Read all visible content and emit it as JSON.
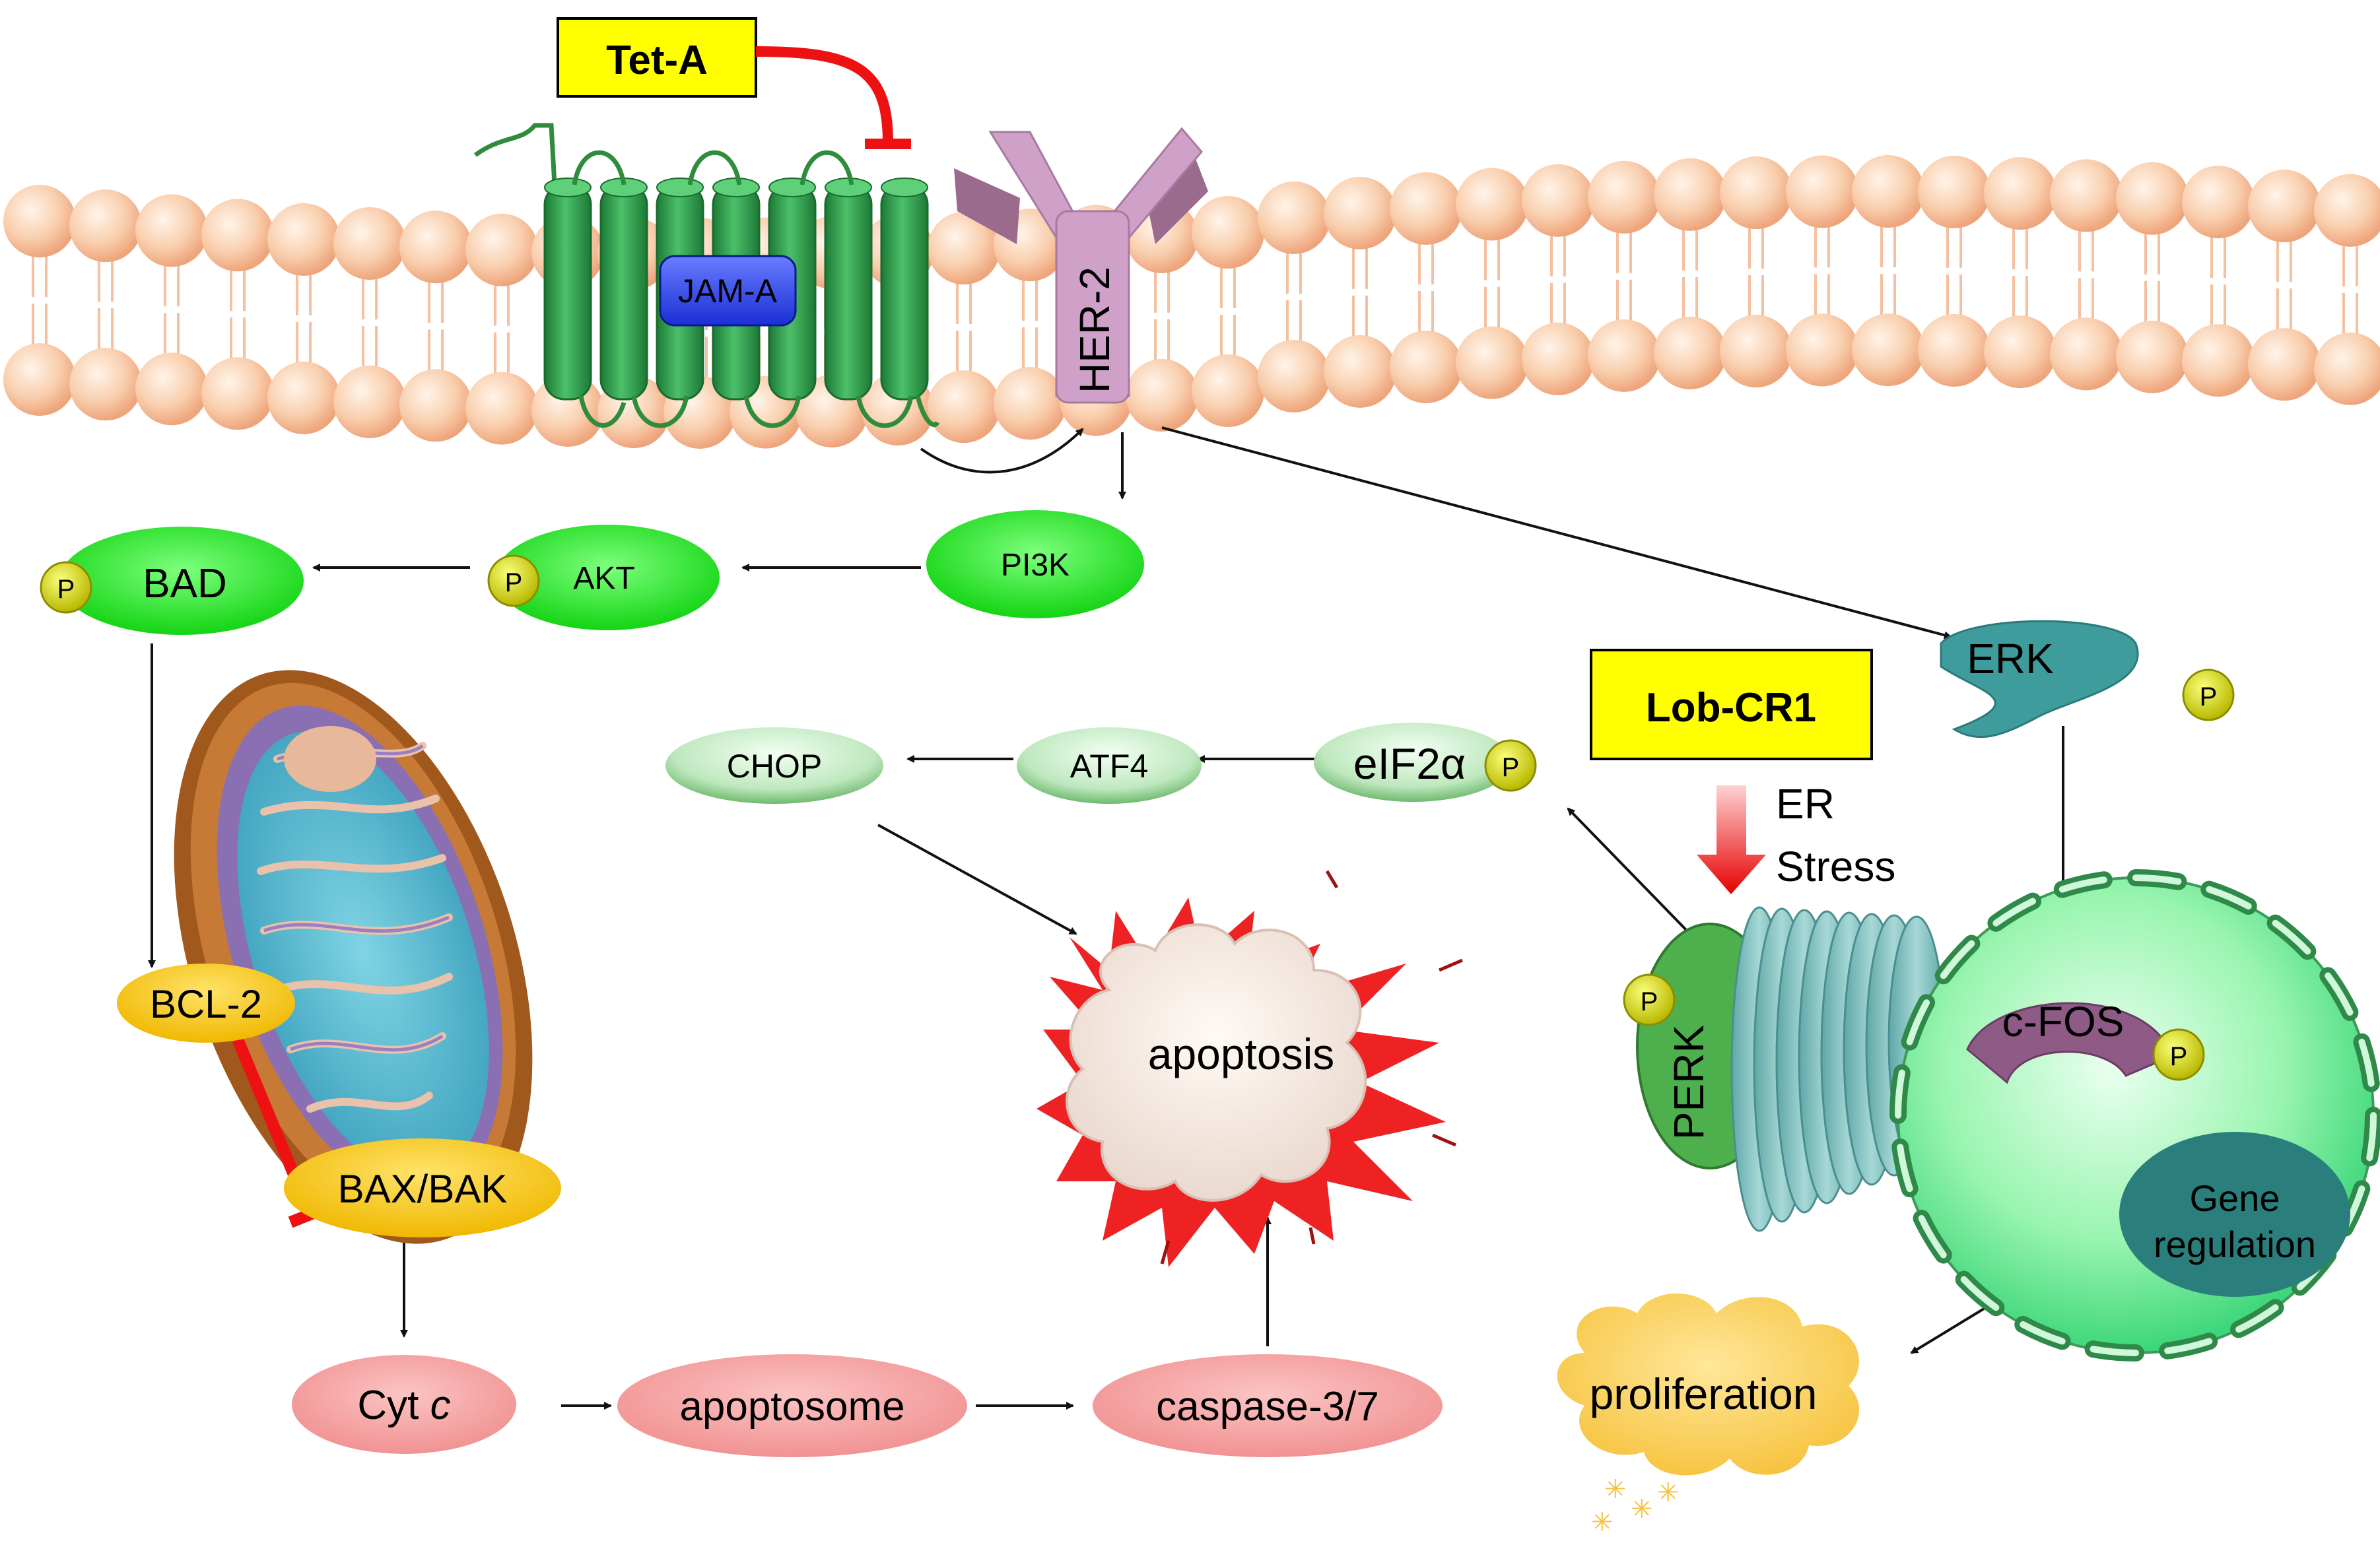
{
  "drugs": {
    "tet_a": "Tet-A",
    "lob_cr1": "Lob-CR1"
  },
  "proteins": {
    "jam_a": "JAM-A",
    "her2": "HER-2",
    "pi3k": "PI3K",
    "akt": "AKT",
    "bad": "BAD",
    "erk": "ERK",
    "bcl2": "BCL-2",
    "bax_bak": "BAX/BAK",
    "chop": "CHOP",
    "atf4": "ATF4",
    "eif2a": "eIF2α",
    "perk": "PERK",
    "cfos": "c-FOS",
    "phospho": "P"
  },
  "processes": {
    "cyt_c": "Cyt",
    "cyt_c_italic": "c",
    "apoptosome": "apoptosome",
    "caspase": "caspase-3/7",
    "apoptosis": "apoptosis",
    "proliferation": "proliferation",
    "gene_regulation_line1": "Gene",
    "gene_regulation_line2": "regulation",
    "er_stress_line1": "ER",
    "er_stress_line2": "Stress"
  },
  "colors": {
    "inhibition": "#ee1111",
    "activation": "#111111",
    "kinase_green": "#22e022",
    "bcl_yellow": "#f2c200",
    "caspase_pink": "#f4a0a0",
    "drug_box": "#ffff00",
    "membrane": "#f9c9a8",
    "jam_a_green": "#2e9c4c",
    "her2_purple": "#cfa0c8",
    "erk_teal": "#3f9c9c",
    "phospho_yellow": "#d4d400"
  }
}
